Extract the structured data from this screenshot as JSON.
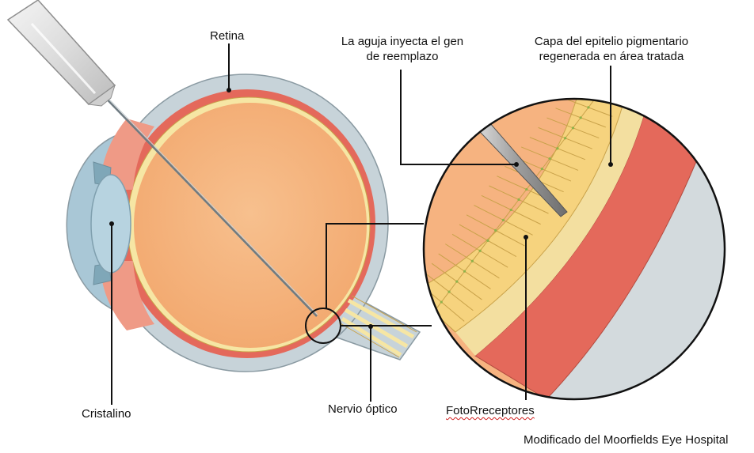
{
  "labels": {
    "retina": "Retina",
    "needle_line1": "La aguja inyecta el gen",
    "needle_line2": "de reemplazo",
    "rpe_line1": "Capa del epitelio pigmentario",
    "rpe_line2": "regenerada en área tratada",
    "lens": "Cristalino",
    "optic_nerve": "Nervio óptico",
    "photoreceptors": "FotoRreceptores",
    "credit": "Modificado del Moorfields Eye Hospital"
  },
  "colors": {
    "sclera": "#c7d3d9",
    "vitreous": "#f5b27c",
    "retina_red": "#e4695b",
    "retina_cream": "#f6e6a4",
    "lens": "#b7d3e0",
    "cornea": "#a9c7d6",
    "cell_fill": "#f6d37e",
    "cell_stroke": "#c9a24a",
    "gray_region": "#d3dadd"
  }
}
